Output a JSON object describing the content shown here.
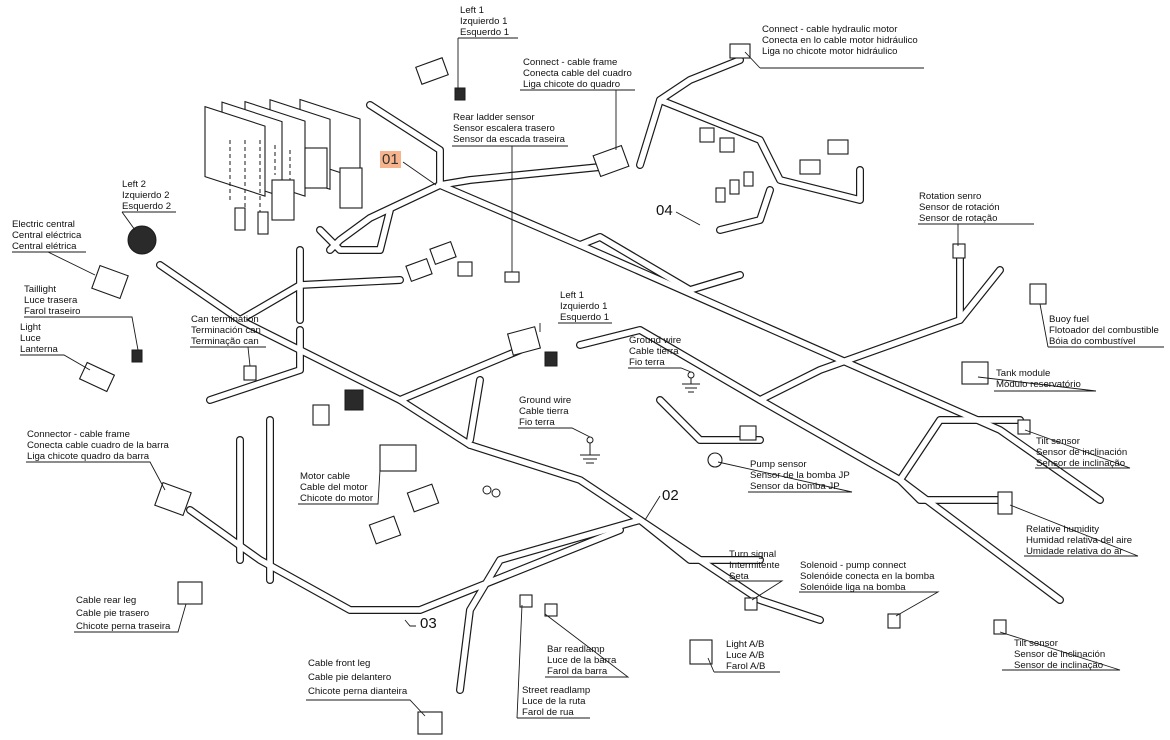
{
  "refs": {
    "r01": "01",
    "r02": "02",
    "r03": "03",
    "r04": "04"
  },
  "labels": {
    "left1": [
      "Left 1",
      "Izquierdo 1",
      "Esquerdo 1"
    ],
    "connect_frame": [
      "Connect - cable frame",
      "Conecta cable del cuadro",
      "Liga chicote do quadro"
    ],
    "hydraulic": [
      "Connect - cable hydraulic motor",
      "Conecta en lo cable motor hidráulico",
      "Liga no chicote motor hidráulico"
    ],
    "rear_ladder": [
      "Rear ladder sensor",
      "Sensor escalera trasero",
      "Sensor da escada traseira"
    ],
    "left2": [
      "Left 2",
      "Izquierdo 2",
      "Esquerdo 2"
    ],
    "electric_central": [
      "Electric central",
      "Central eléctrica",
      "Central elétrica"
    ],
    "taillight": [
      "Taillight",
      "Luce trasera",
      "Farol traseiro"
    ],
    "light": [
      "Light",
      "Luce",
      "Lanterna"
    ],
    "can_termination": [
      "Can termination",
      "Terminación can",
      "Terminação can"
    ],
    "rotation": [
      "Rotation senro",
      "Sensor de rotación",
      "Sensor de rotação"
    ],
    "buoy": [
      "Buoy fuel",
      "Flotoador del combustible",
      "Bóia do combustível"
    ],
    "tank": [
      "Tank module",
      "Módulo reservatório"
    ],
    "left1b": [
      "Left 1",
      "Izquierdo 1",
      "Esquerdo 1"
    ],
    "ground1": [
      "Ground wire",
      "Cable tierra",
      "Fio terra"
    ],
    "ground2": [
      "Ground wire",
      "Cable tierra",
      "Fio terra"
    ],
    "connector_frame": [
      "Connector - cable frame",
      "Conecta cable cuadro de la barra",
      "Liga chicote quadro da barra"
    ],
    "tilt1": [
      "Tilt sensor",
      "Sensor de inclinación",
      "Sensor de inclinação"
    ],
    "pump": [
      "Pump sensor",
      "Sensor de la bomba JP",
      "Sensor da bomba JP"
    ],
    "motor": [
      "Motor cable",
      "Cable del motor",
      "Chicote do motor"
    ],
    "humidity": [
      "Relative humidity",
      "Humidad relativa del aire",
      "Umidade relativa do ar"
    ],
    "turn": [
      "Turn signal",
      "Intermitente",
      "Seta"
    ],
    "solenoid": [
      "Solenoid - pump connect",
      "Solenóide conecta en la bomba",
      "Solenóide liga na bomba"
    ],
    "rear_leg": [
      "Cable rear leg",
      "Cable pie trasero",
      "Chicote perna traseira"
    ],
    "bar_readlamp": [
      "Bar readlamp",
      "Luce de la barra",
      "Farol da barra"
    ],
    "light_ab": [
      "Light A/B",
      "Luce A/B",
      "Farol A/B"
    ],
    "tilt2": [
      "Tilt sensor",
      "Sensor de inclinación",
      "Sensor de inclinação"
    ],
    "street": [
      "Street readlamp",
      "Luce de la ruta",
      "Farol de rua"
    ],
    "front_leg": [
      "Cable front leg",
      "Cable pie delantero",
      "Chicote perna dianteira"
    ]
  }
}
